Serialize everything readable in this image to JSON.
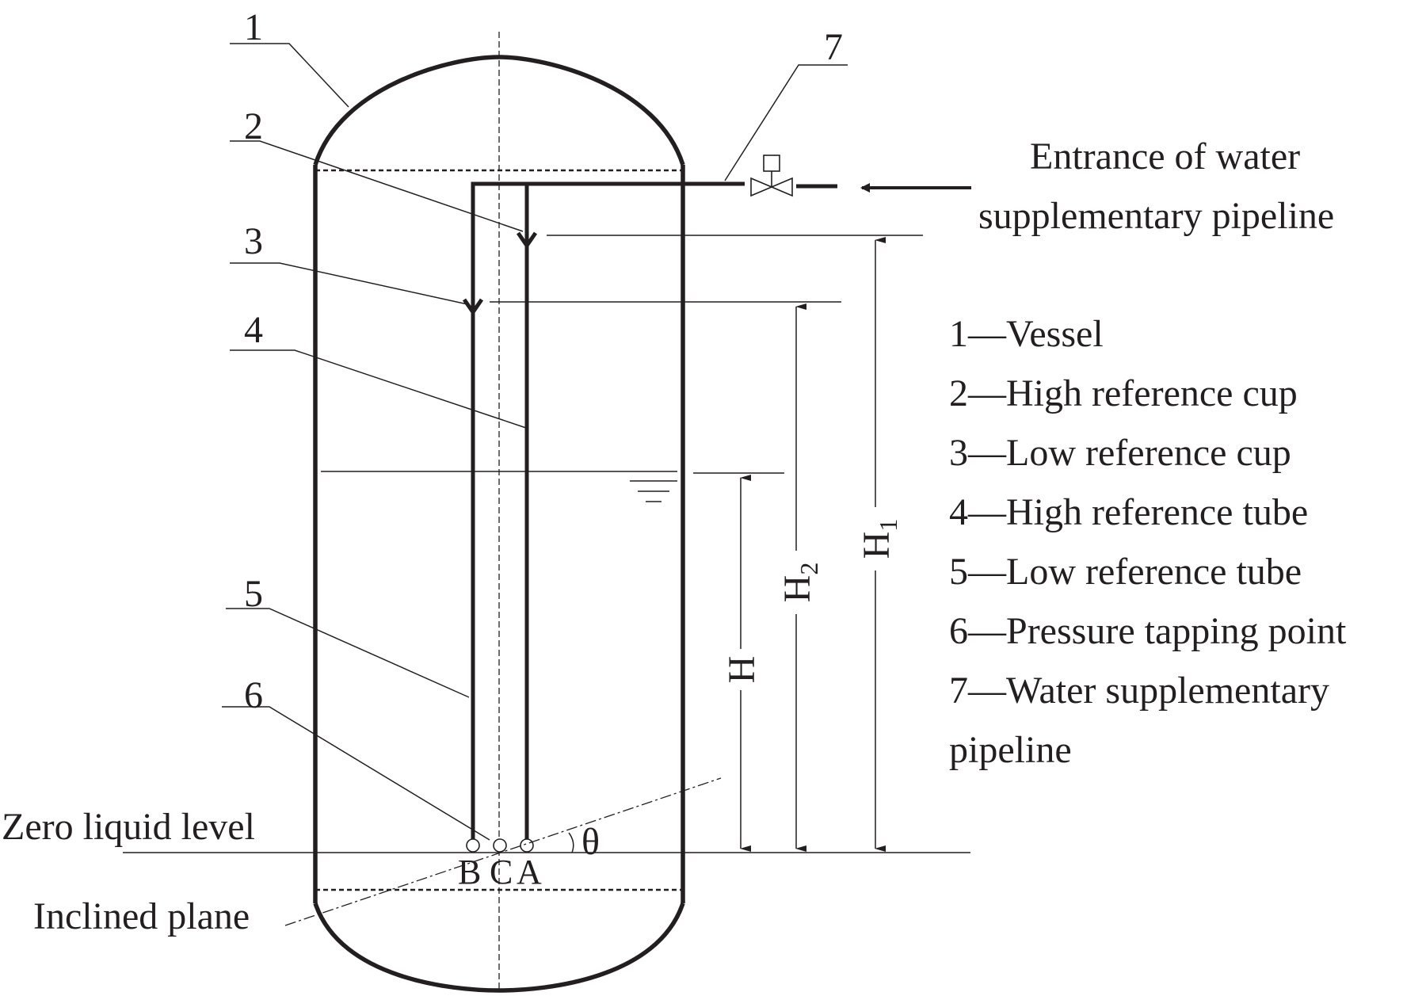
{
  "callouts": [
    "1",
    "2",
    "3",
    "4",
    "5",
    "6",
    "7"
  ],
  "labels": {
    "entrance_line1": "Entrance of water",
    "entrance_line2": "supplementary pipeline",
    "zero_level": "Zero liquid level",
    "inclined_plane": "Inclined plane",
    "theta": "θ"
  },
  "points": {
    "B": "B",
    "C": "C",
    "A": "A"
  },
  "dimensions": {
    "H": "H",
    "H2": "H",
    "H2_sub": "2",
    "H1": "H",
    "H1_sub": "1"
  },
  "legend": [
    "1—Vessel",
    "2—High reference cup",
    "3—Low reference cup",
    "4—High reference tube",
    "5—Low reference tube",
    "6—Pressure tapping point",
    "7—Water supplementary",
    "pipeline"
  ]
}
